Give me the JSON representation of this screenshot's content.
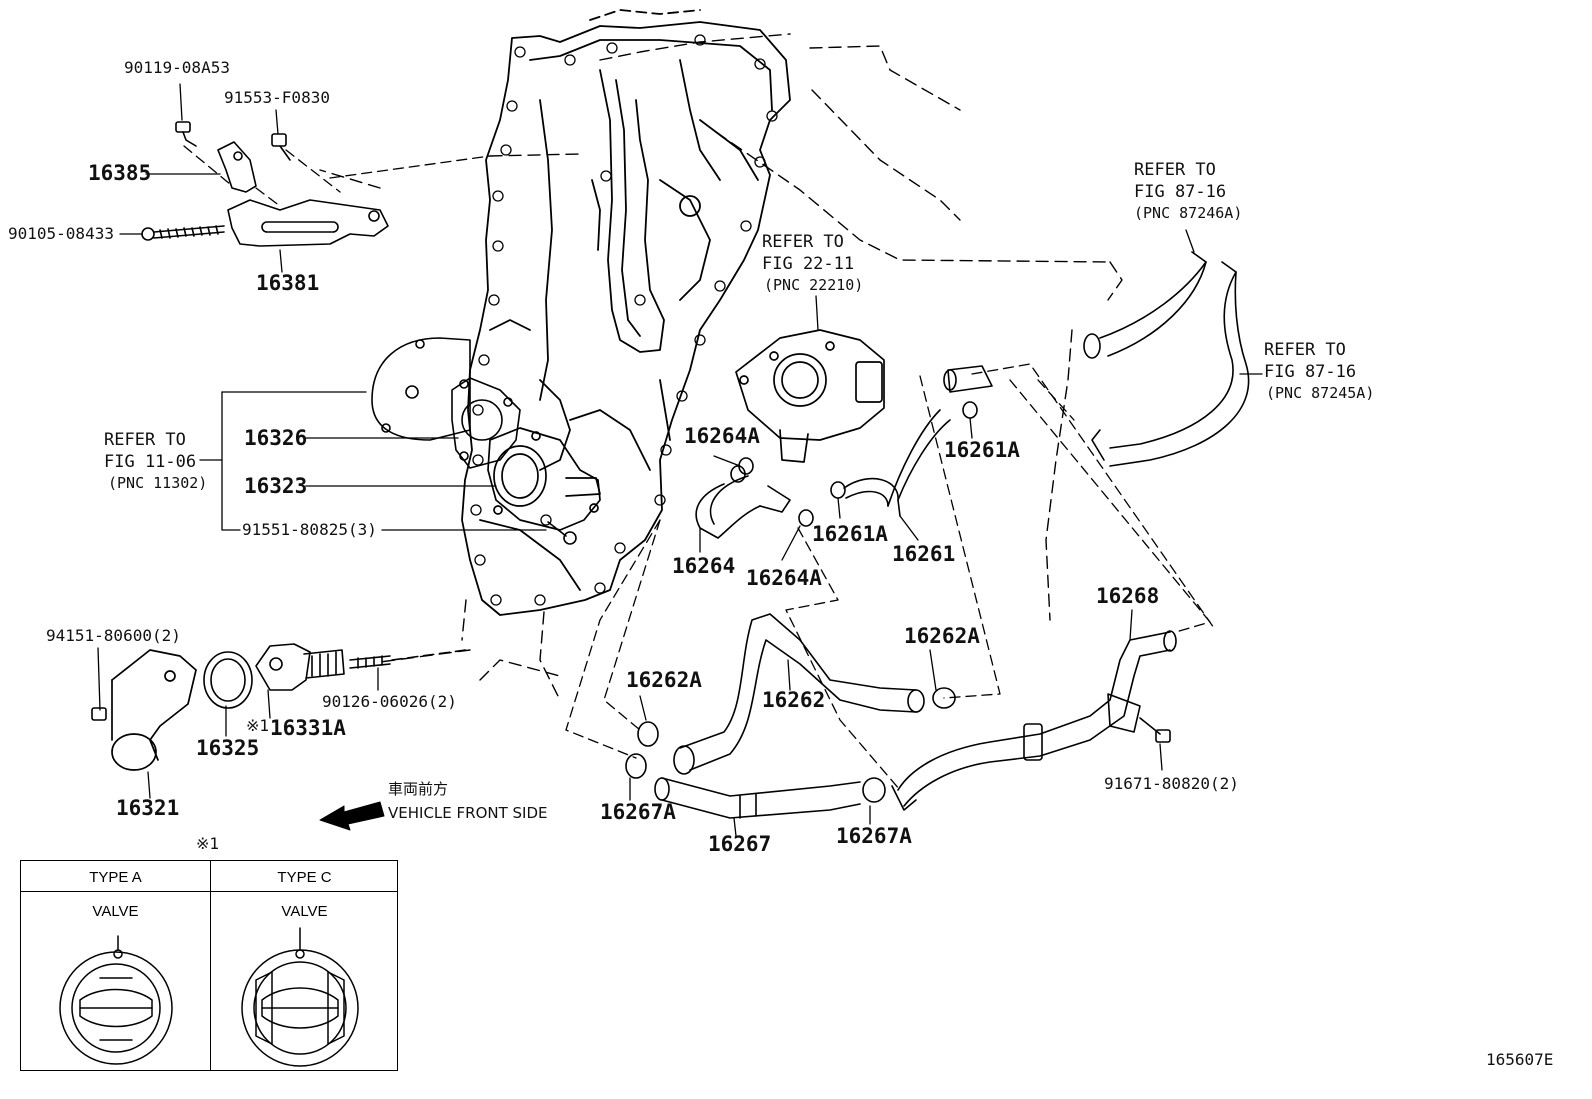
{
  "labels": {
    "p90119": "90119-08A53",
    "p91553": "91553-F0830",
    "p16385": "16385",
    "p90105": "90105-08433",
    "p16381": "16381",
    "p16326": "16326",
    "p16323": "16323",
    "p91551": "91551-80825(3)",
    "p94151": "94151-80600(2)",
    "p90126": "90126-06026(2)",
    "p16325": "16325",
    "p16331a": "16331A",
    "p16321": "16321",
    "p16264a_top": "16264A",
    "p16264": "16264",
    "p16264a_bot": "16264A",
    "p16261a_right": "16261A",
    "p16261a_mid": "16261A",
    "p16261": "16261",
    "p16262a_left": "16262A",
    "p16262": "16262",
    "p16262a_right": "16262A",
    "p16267a_left": "16267A",
    "p16267": "16267",
    "p16267a_right": "16267A",
    "p16268": "16268",
    "p91671": "91671-80820(2)",
    "note_mark": "※1",
    "note_mark_table": "※1"
  },
  "refs": {
    "fig1106": {
      "l1": "REFER TO",
      "l2": "FIG 11-06",
      "l3": "(PNC 11302)"
    },
    "fig2211": {
      "l1": "REFER TO",
      "l2": "FIG 22-11",
      "l3": "(PNC 22210)"
    },
    "fig8716a": {
      "l1": "REFER TO",
      "l2": "FIG 87-16",
      "l3": "(PNC 87246A)"
    },
    "fig8716b": {
      "l1": "REFER TO",
      "l2": "FIG 87-16",
      "l3": "(PNC 87245A)"
    }
  },
  "direction": {
    "jp": "車両前方",
    "en": "VEHICLE FRONT SIDE"
  },
  "table": {
    "col_a": "TYPE A",
    "col_c": "TYPE C",
    "valve_a": "VALVE",
    "valve_c": "VALVE"
  },
  "figure_id": "165607E"
}
